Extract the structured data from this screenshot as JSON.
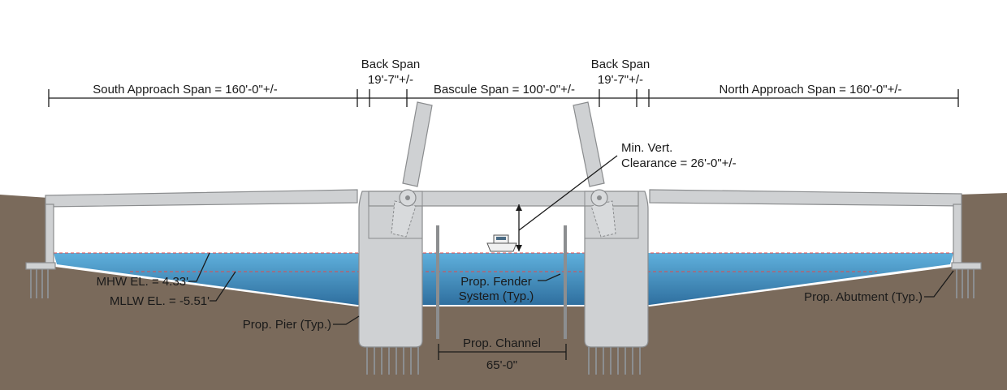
{
  "spans": {
    "south": "South Approach Span = 160'-0\"+/-",
    "back_left_title": "Back Span",
    "back_left_value": "19'-7\"+/-",
    "bascule": "Bascule Span = 100'-0\"+/-",
    "back_right_title": "Back Span",
    "back_right_value": "19'-7\"+/-",
    "north": "North Approach Span = 160'-0\"+/-"
  },
  "clearance": {
    "line1": "Min. Vert.",
    "line2": "Clearance = 26'-0\"+/-"
  },
  "water": {
    "mhw": "MHW EL. = 4.33'",
    "mllw": "MLLW EL. = -5.51'"
  },
  "callouts": {
    "pier": "Prop. Pier (Typ.)",
    "fender_line1": "Prop. Fender",
    "fender_line2": "System (Typ.)",
    "abutment": "Prop. Abutment (Typ.)",
    "channel": "Prop. Channel",
    "channel_width": "65'-0\""
  },
  "colors": {
    "ground": "#7a6a5b",
    "water": "#3f8fbf",
    "structure": "#cfd1d3"
  }
}
